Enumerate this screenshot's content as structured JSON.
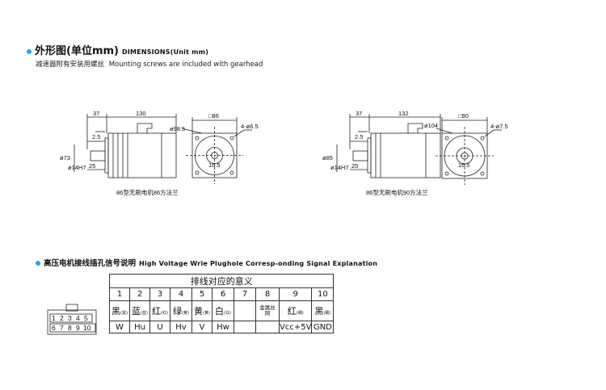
{
  "section1": {
    "title_zh": "外形图(单位mm)",
    "title_en": "DIMENSIONS(Unit mm)",
    "subtitle_zh": "减速器附有安装用螺丝",
    "subtitle_en": "Mounting screws are included with gearhead"
  },
  "drawing_left": {
    "dims": {
      "shaft_len": "37",
      "body_len": "130",
      "step": "2.5",
      "dia_outer": "ø73",
      "shaft_dia": "ø14H7",
      "key": "25",
      "flange_dia": "ø98.5",
      "square": "□86",
      "holes": "4-ø6.5",
      "center": "16.5"
    },
    "caption": "86型无刷电机86方法兰"
  },
  "drawing_right": {
    "dims": {
      "shaft_len": "37",
      "body_len": "132",
      "step": "2.5",
      "dia_outer": "ø85",
      "shaft_dia": "ø14H7",
      "key": "25",
      "flange_dia": "ø104",
      "square": "□90",
      "holes": "4-ø7.5",
      "center": "16.5"
    },
    "caption": "86型无刷电机90方法兰"
  },
  "section2": {
    "title_zh": "高压电机接线插孔信号说明",
    "title_en": "High Voltage Wrie Plughole Corresp-onding Signal Explanation"
  },
  "connector": {
    "top_pins": [
      "1",
      "2",
      "3",
      "4",
      "5"
    ],
    "bottom_pins": [
      "6",
      "7",
      "8",
      "9",
      "10"
    ]
  },
  "signal_table": {
    "title": "排线对应的意义",
    "numbers": [
      "1",
      "2",
      "3",
      "4",
      "5",
      "6",
      "7",
      "8",
      "9",
      "10"
    ],
    "colors": [
      {
        "main": "黑",
        "small": "(黑)"
      },
      {
        "main": "蓝",
        "small": "(蓝)"
      },
      {
        "main": "红",
        "small": "(红)"
      },
      {
        "main": "绿",
        "small": "(黄)"
      },
      {
        "main": "黄",
        "small": "(黄)"
      },
      {
        "main": "白",
        "small": "(白)"
      },
      {
        "main": "",
        "small": ""
      },
      {
        "main": "金属丝网",
        "small": ""
      },
      {
        "main": "红",
        "small": "(细)"
      },
      {
        "main": "黑",
        "small": "(细)"
      }
    ],
    "signals": [
      "W",
      "Hu",
      "U",
      "Hv",
      "V",
      "Hw",
      "",
      "",
      "Vcc+5V",
      "GND"
    ]
  }
}
